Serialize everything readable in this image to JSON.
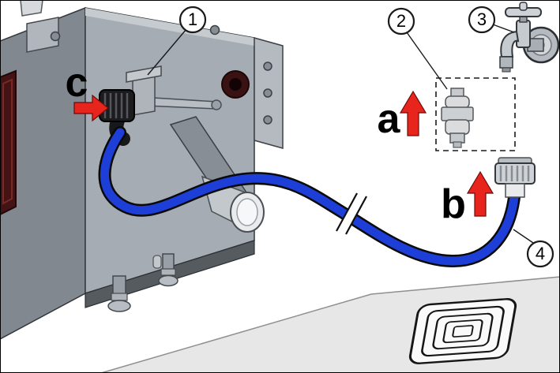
{
  "diagram": {
    "callouts": {
      "n1": "1",
      "n2": "2",
      "n3": "3",
      "n4": "4"
    },
    "steps": {
      "a": "a",
      "b": "b",
      "c": "c"
    },
    "colors": {
      "hose": "#1e3fd7",
      "arrow": "#e8251d",
      "floor": "#e7e7e7",
      "machine_side": "#a6acb3",
      "machine_front": "#81888f",
      "machine_flange": "#b4bac0",
      "machine_underside": "#565b60",
      "gasket": "#3a1213",
      "fitting_black": "#1c1c1e",
      "metal_light": "#cfd3d7"
    },
    "parts": {
      "p1": "inlet-connection-bracket",
      "p2": "check-valve",
      "p3": "water-tap",
      "p4": "drain-hose"
    }
  }
}
